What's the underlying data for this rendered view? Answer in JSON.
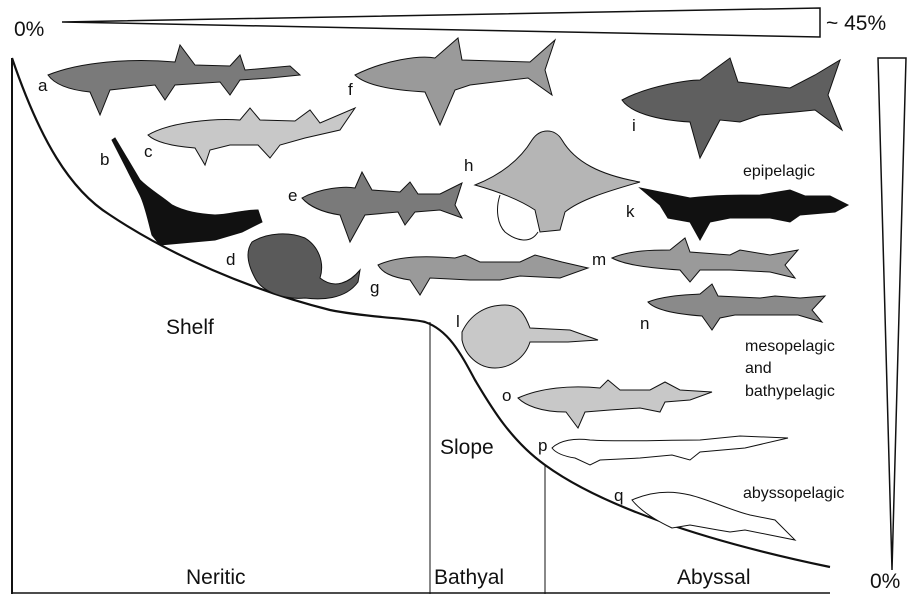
{
  "top_gradient": {
    "left_label": "0%",
    "right_label": "~ 45%"
  },
  "right_gradient": {
    "bottom_label": "0%"
  },
  "zones": {
    "shelf": "Shelf",
    "slope": "Slope"
  },
  "bottom_zones": {
    "neritic": "Neritic",
    "bathyal": "Bathyal",
    "abyssal": "Abyssal"
  },
  "layers": {
    "epipelagic": "epipelagic",
    "meso_lines": [
      "mesopelagic",
      "and",
      "bathypelagic"
    ],
    "abyssopelagic": "abyssopelagic"
  },
  "species_letters": [
    "a",
    "b",
    "c",
    "d",
    "e",
    "f",
    "g",
    "h",
    "i",
    "k",
    "l",
    "m",
    "n",
    "o",
    "p",
    "q"
  ],
  "colors": {
    "dark": "#2b2b2b",
    "mid": "#7a7a7a",
    "mid_light": "#9a9a9a",
    "light": "#c8c8c8",
    "white": "#ffffff",
    "black": "#111111"
  }
}
